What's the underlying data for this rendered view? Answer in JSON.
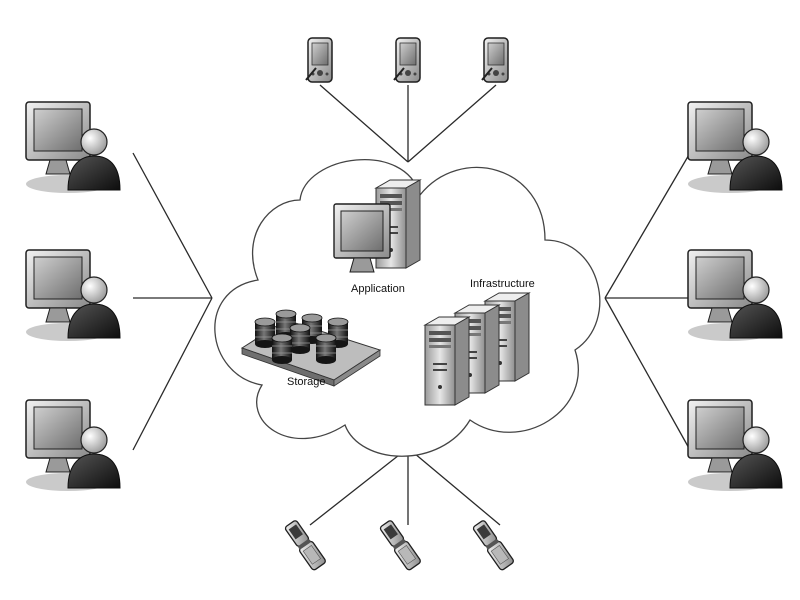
{
  "diagram": {
    "cloud": {
      "application_label": "Application",
      "infrastructure_label": "Infrastructure",
      "storage_label": "Storage"
    },
    "colors": {
      "line": "#2a2a2a",
      "cloud_fill": "#ffffff",
      "cloud_stroke": "#444444",
      "device_dark": "#1f1f1f",
      "device_mid": "#8a8a8a",
      "device_light": "#d6d6d6",
      "screen": "#a9a9a9"
    },
    "icons": {
      "pda": "pda-icon",
      "flip_phone": "flip-phone-icon",
      "workstation_user": "user-workstation-icon",
      "server": "server-tower-icon",
      "database": "database-cylinder-icon"
    }
  }
}
